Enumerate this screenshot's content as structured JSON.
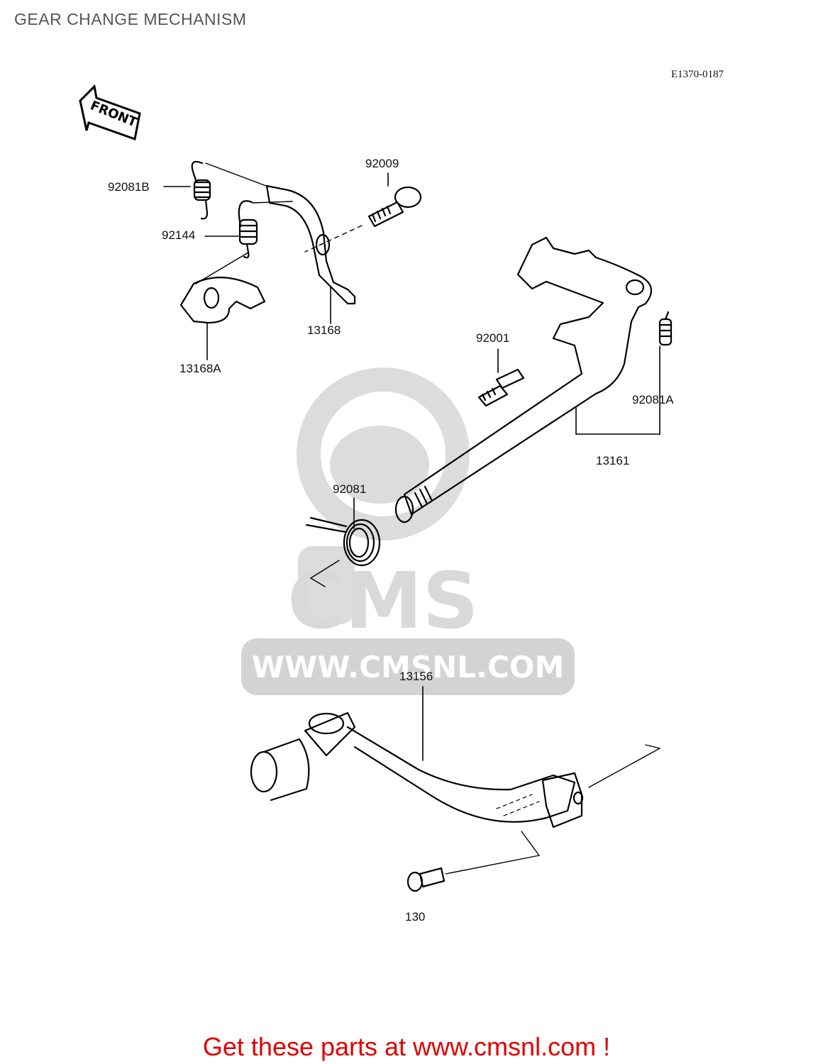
{
  "title": "GEAR CHANGE MECHANISM",
  "diagram_code": "E1370-0187",
  "front_arrow": "FRONT",
  "watermark": {
    "brand": "CMS",
    "url": "WWW.CMSNL.COM"
  },
  "parts": [
    {
      "number": "92081B"
    },
    {
      "number": "92009"
    },
    {
      "number": "92144"
    },
    {
      "number": "13168"
    },
    {
      "number": "13168A"
    },
    {
      "number": "92001"
    },
    {
      "number": "92081A"
    },
    {
      "number": "13161"
    },
    {
      "number": "92081"
    },
    {
      "number": "13156"
    },
    {
      "number": "130"
    }
  ],
  "footer": "Get these parts at www.cmsnl.com !"
}
